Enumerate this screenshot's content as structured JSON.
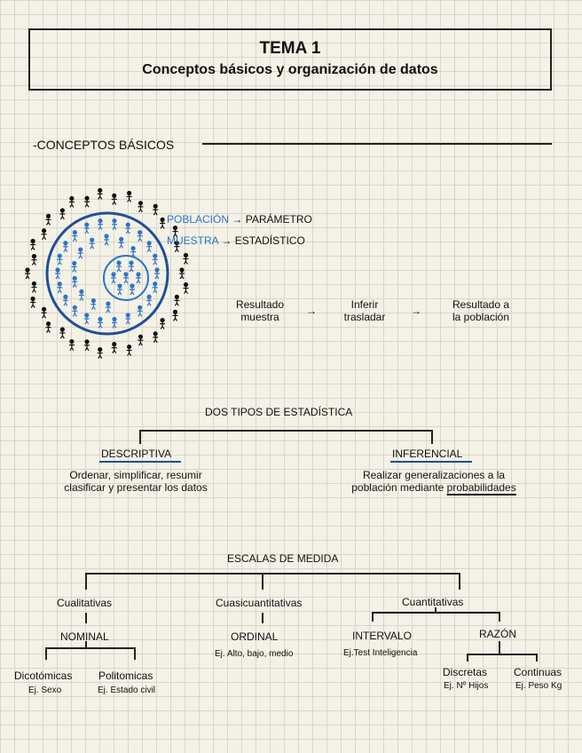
{
  "header": {
    "title": "TEMA 1",
    "subtitle": "Conceptos básicos y organización de datos"
  },
  "section_heading": "-CONCEPTOS BÁSICOS",
  "population_figure": {
    "poblacion_label": "POBLACIÓN",
    "parametro_label": "→ PARÁMETRO",
    "muestra_label": "MUESTRA",
    "estadistico_label": "→ ESTADÍSTICO",
    "colors": {
      "outer": "#111111",
      "inner": "#2a74c9",
      "ring": "#1f4f96"
    }
  },
  "flow": {
    "step1_line1": "Resultado",
    "step1_line2": "muestra",
    "arrow": "→",
    "step2_line1": "Inferir",
    "step2_line2": "trasladar",
    "step3_line1": "Resultado a",
    "step3_line2": "la población"
  },
  "types": {
    "heading": "DOS TIPOS DE ESTADÍSTICA",
    "descriptiva": {
      "label": "DESCRIPTIVA",
      "desc_line1": "Ordenar, simplificar, resumir",
      "desc_line2": "clasificar y presentar los datos"
    },
    "inferencial": {
      "label": "INFERENCIAL",
      "desc_line1": "Realizar generalizaciones a la",
      "desc_line2_prefix": "población mediante ",
      "desc_line2_emphasis": "probabilidades"
    }
  },
  "scales": {
    "heading": "ESCALAS DE MEDIDA",
    "cualitativas": {
      "label": "Cualitativas",
      "nominal": "NOMINAL",
      "dicotomicas": "Dicotómicas",
      "dicotomicas_ej": "Ej. Sexo",
      "politomicas": "Politomicas",
      "politomicas_ej": "Ej. Estado civil"
    },
    "cuasicuantitativas": {
      "label": "Cuasicuantitativas",
      "ordinal": "ORDINAL",
      "ordinal_ej": "Ej. Alto, bajo, medio"
    },
    "cuantitativas": {
      "label": "Cuantitativas",
      "intervalo": "INTERVALO",
      "intervalo_ej": "Ej.Test Inteligencia",
      "razon": "RAZÓN",
      "discretas": "Discretas",
      "discretas_ej": "Ej. Nº Hijos",
      "continuas": "Continuas",
      "continuas_ej": "Ej. Peso Kg"
    }
  }
}
